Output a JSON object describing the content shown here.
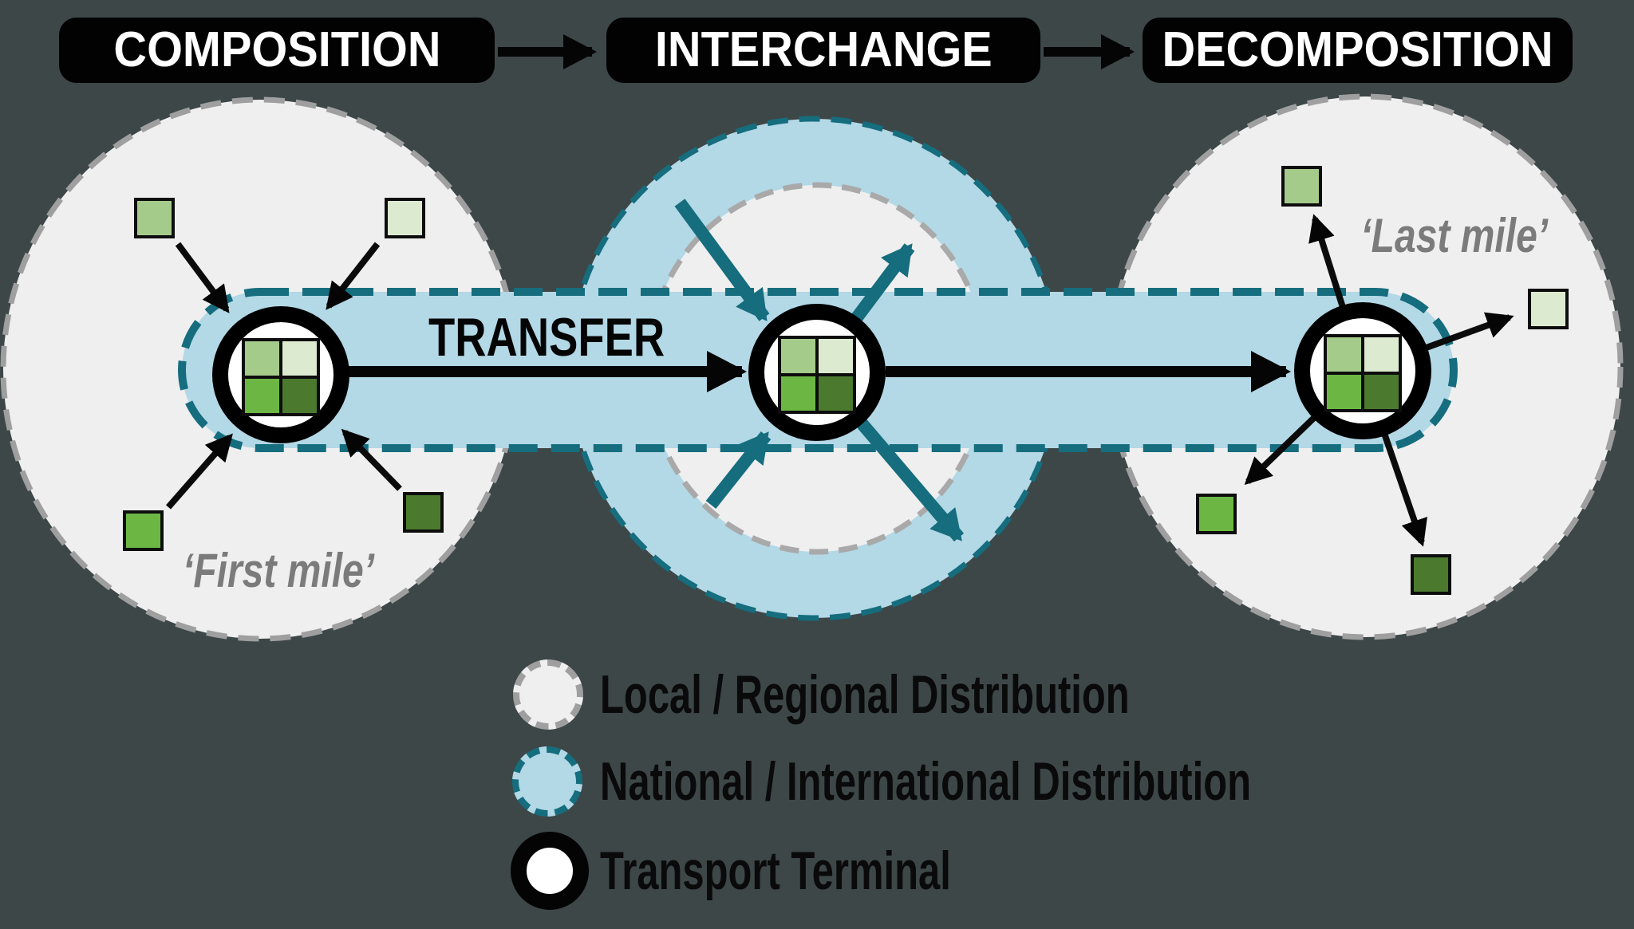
{
  "header": {
    "stages": [
      {
        "label": "COMPOSITION"
      },
      {
        "label": "INTERCHANGE"
      },
      {
        "label": "DECOMPOSITION"
      }
    ]
  },
  "corridor": {
    "transfer_label": "TRANSFER"
  },
  "zones": {
    "first_mile_label": "‘First mile’",
    "last_mile_label": "‘Last mile’"
  },
  "legend": {
    "items": [
      {
        "id": "local-regional-zone",
        "label": "Local / Regional Distribution"
      },
      {
        "id": "national-international-zone",
        "label": "National / International Distribution"
      },
      {
        "id": "transport-terminal",
        "label": "Transport Terminal"
      }
    ]
  },
  "colors": {
    "background": "#3d4747",
    "zone_fill": "#efefef",
    "zone_border": "#9f9f9f",
    "corridor_fill": "#b3d8e6",
    "corridor_border": "#156d7e",
    "teal_flow_arrow": "#156d7e",
    "black_arrow": "#050505",
    "terminal_ring": "#000000",
    "cargo_green_medium": "#a5cb8b",
    "cargo_green_pale": "#dcead0",
    "cargo_green_bright": "#6cb744",
    "cargo_green_dark": "#4b7a2e"
  }
}
